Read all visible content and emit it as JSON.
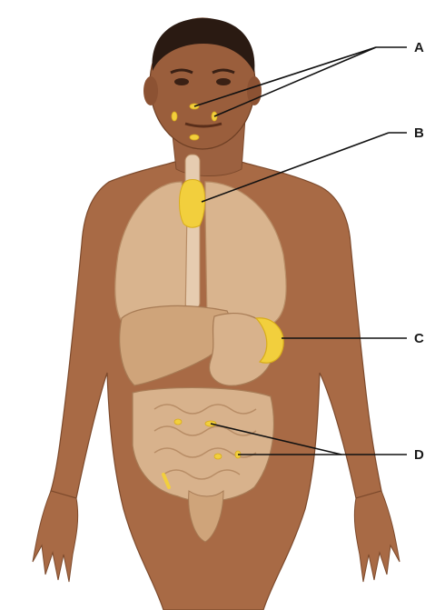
{
  "labels": {
    "a": "A",
    "b": "B",
    "c": "C",
    "d": "D"
  },
  "colors": {
    "skin": "#a86a45",
    "skin_dark": "#7d4a2c",
    "organ": "#d9b48e",
    "organ_shadow": "#b88d66",
    "gland": "#f2cf3d",
    "gland_dark": "#d8ad1c",
    "hair": "#2a1a12",
    "leader_line": "#111111"
  }
}
